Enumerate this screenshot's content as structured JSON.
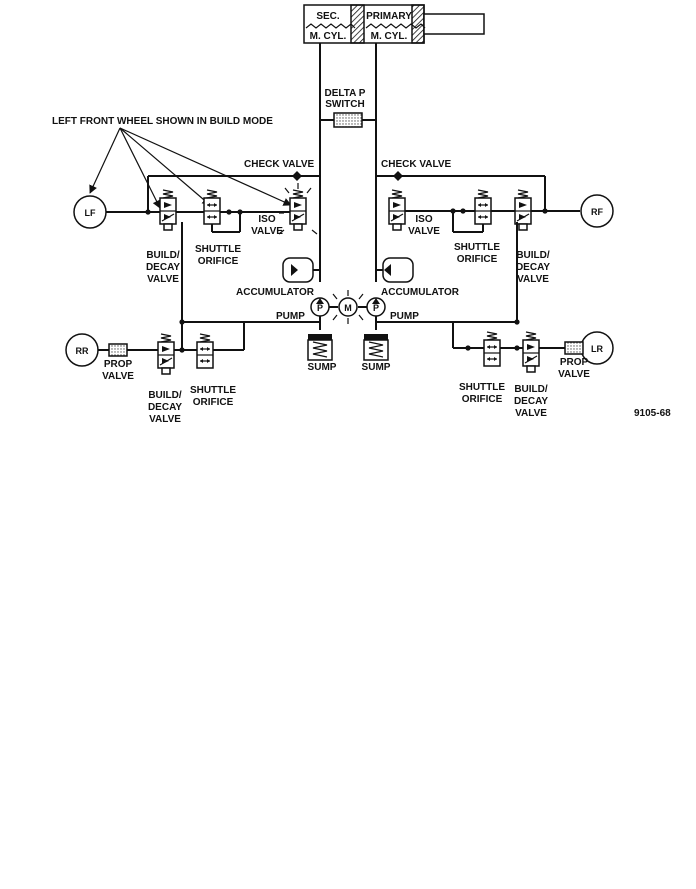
{
  "labels": {
    "sec_mcyl": [
      "SEC.",
      "M. CYL."
    ],
    "primary_mcyl": [
      "PRIMARY",
      "M. CYL."
    ],
    "delta_p": [
      "DELTA P",
      "SWITCH"
    ],
    "callout": "LEFT FRONT WHEEL SHOWN IN BUILD MODE",
    "check_valve_left": "CHECK VALVE",
    "check_valve_right": "CHECK VALVE",
    "lf": "LF",
    "rf": "RF",
    "rr": "RR",
    "lr": "LR",
    "iso_valve_left": [
      "ISO",
      "VALVE"
    ],
    "iso_valve_right": [
      "ISO",
      "VALVE"
    ],
    "shuttle_orifice_lf": [
      "SHUTTLE",
      "ORIFICE"
    ],
    "shuttle_orifice_rf": [
      "SHUTTLE",
      "ORIFICE"
    ],
    "shuttle_orifice_rr": [
      "SHUTTLE",
      "ORIFICE"
    ],
    "shuttle_orifice_lr": [
      "SHUTTLE",
      "ORIFICE"
    ],
    "build_decay_lf": [
      "BUILD/",
      "DECAY",
      "VALVE"
    ],
    "build_decay_rf": [
      "BUILD/",
      "DECAY",
      "VALVE"
    ],
    "build_decay_rr": [
      "BUILD/",
      "DECAY",
      "VALVE"
    ],
    "build_decay_lr": [
      "BUILD/",
      "DECAY",
      "VALVE"
    ],
    "accumulator_left": "ACCUMULATOR",
    "accumulator_right": "ACCUMULATOR",
    "pump_left": "PUMP",
    "pump_right": "PUMP",
    "pump_symbol": "P",
    "motor_symbol": "M",
    "sump_left": "SUMP",
    "sump_right": "SUMP",
    "prop_valve_left": [
      "PROP",
      "VALVE"
    ],
    "prop_valve_right": [
      "PROP",
      "VALVE"
    ],
    "figure_id": "9105-68"
  }
}
